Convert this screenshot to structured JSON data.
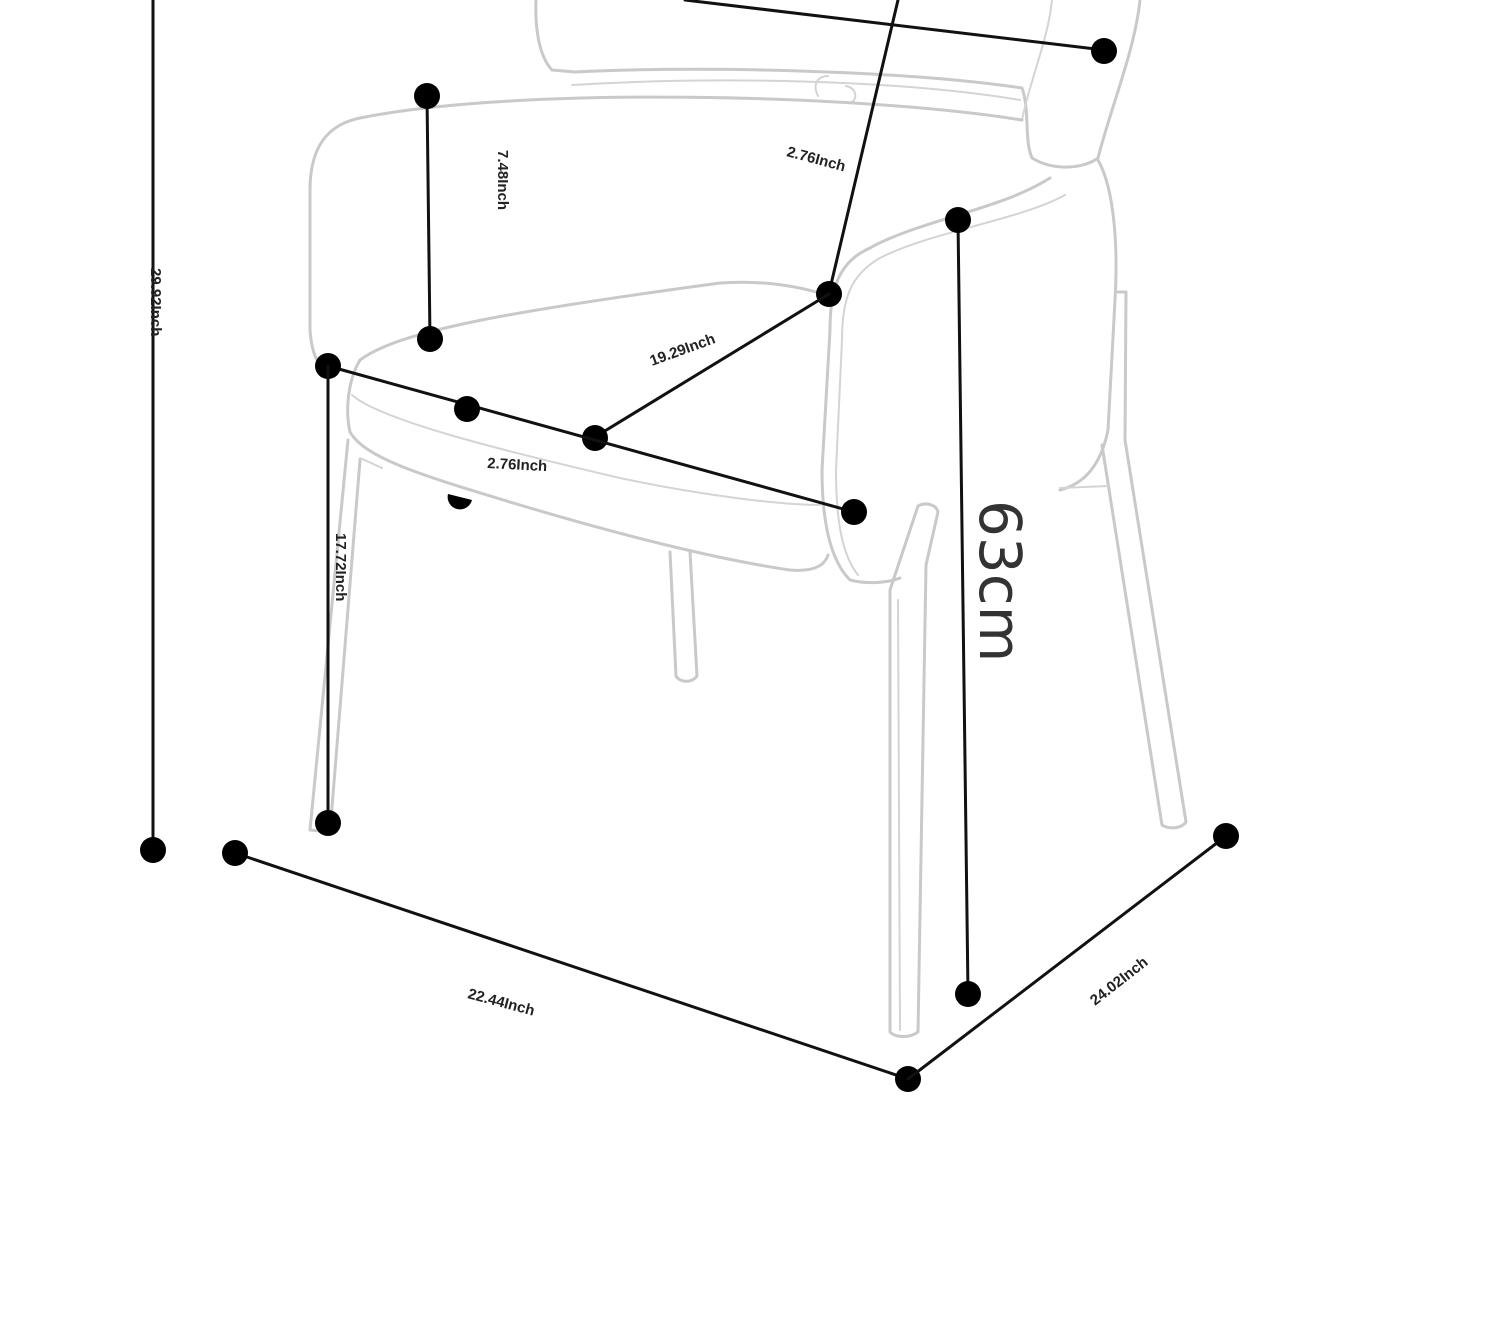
{
  "diagram": {
    "labels": {
      "total_height": "29.92Inch",
      "arm_height": "7.48Inch",
      "back_thickness": "2.76Inch",
      "seat_depth": "19.29Inch",
      "seat_thickness": "2.76Inch",
      "seat_height": "17.72Inch",
      "width": "22.44Inch",
      "depth": "24.02Inch",
      "arm_to_floor": "63cm"
    }
  }
}
